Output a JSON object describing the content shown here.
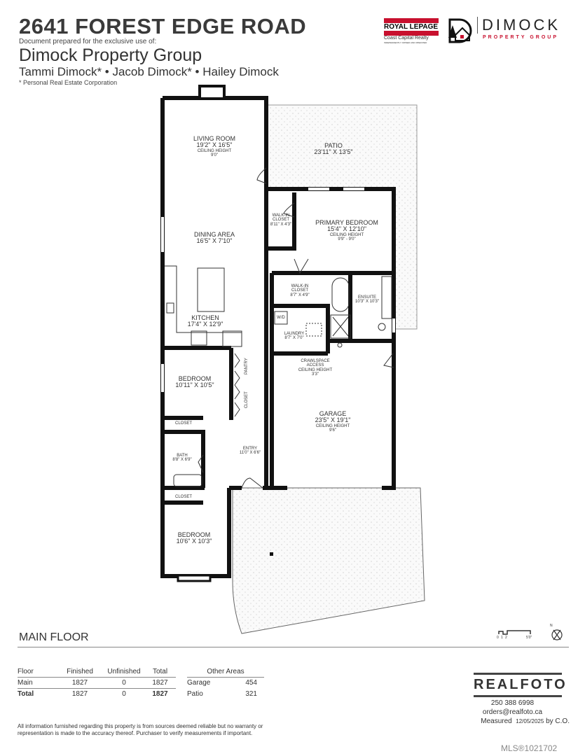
{
  "header": {
    "title": "2641 FOREST EDGE ROAD",
    "prepared_for": "Document prepared for the exclusive use of:",
    "group": "Dimock Property Group",
    "agents": "Tammi Dimock* • Jacob Dimock* • Hailey Dimock",
    "note": "* Personal Real Estate Corporation"
  },
  "logos": {
    "royal_lepage": {
      "name": "ROYAL LEPAGE",
      "sub": "Coast Capital Realty",
      "tag": "INDEPENDENTLY OWNED AND OPERATED",
      "color": "#c8102e"
    },
    "dimock": {
      "name": "DIMOCK",
      "sub": "PROPERTY GROUP",
      "accent": "#c8102e"
    }
  },
  "rooms": {
    "living": {
      "name": "LIVING ROOM",
      "dims": "19'2\" X 16'5\"",
      "ceiling_label": "CEILING HEIGHT",
      "ceiling": "9'0\""
    },
    "patio": {
      "name": "PATIO",
      "dims": "23'11\" X 13'5\""
    },
    "walkin1": {
      "name": "WALK-IN",
      "name2": "CLOSET",
      "dims": "8'11\" X 4'3\""
    },
    "primary": {
      "name": "PRIMARY BEDROOM",
      "dims": "15'4\" X 12'10\"",
      "ceiling_label": "CEILING HEIGHT",
      "ceiling": "9'9\" - 9'0\""
    },
    "dining": {
      "name": "DINING AREA",
      "dims": "16'5\" X 7'10\""
    },
    "walkin2": {
      "name": "WALK-IN",
      "name2": "CLOSET",
      "dims": "8'7\" X 4'9\""
    },
    "ensuite": {
      "name": "ENSUITE",
      "dims": "10'3\" X 10'3\""
    },
    "wd": {
      "name": "W/D"
    },
    "kitchen": {
      "name": "KITCHEN",
      "dims": "17'4\" X 12'9\""
    },
    "laundry": {
      "name": "LAUNDRY",
      "dims": "8'7\" X 7'0\""
    },
    "crawl": {
      "name": "CRAWLSPACE",
      "name2": "ACCESS",
      "ceiling_label": "CEILING HEIGHT",
      "ceiling": "3'3\""
    },
    "bedroom1": {
      "name": "BEDROOM",
      "dims": "10'11\" X 10'5\""
    },
    "pantry": {
      "name": "PANTRY"
    },
    "closet_hall": {
      "name": "CLOSET"
    },
    "garage": {
      "name": "GARAGE",
      "dims": "23'5\" X 19'1\"",
      "ceiling_label": "CEILING HEIGHT",
      "ceiling": "9'6\""
    },
    "closet1": {
      "name": "CLOSET"
    },
    "bath": {
      "name": "BATH",
      "dims": "8'8\" X 6'9\""
    },
    "entry": {
      "name": "ENTRY",
      "dims": "11'0\" X 6'6\""
    },
    "closet2": {
      "name": "CLOSET"
    },
    "bedroom2": {
      "name": "BEDROOM",
      "dims": "10'6\" X 10'3\""
    }
  },
  "floor_label": "MAIN FLOOR",
  "scale": {
    "labels": [
      "0",
      "1",
      "2",
      "5'0\""
    ],
    "north": "N"
  },
  "areas_table": {
    "headers": [
      "Floor",
      "Finished",
      "Unfinished",
      "Total"
    ],
    "rows": [
      {
        "floor": "Main",
        "finished": "1827",
        "unfinished": "0",
        "total": "1827"
      },
      {
        "floor": "Total",
        "finished": "1827",
        "unfinished": "0",
        "total": "1827"
      }
    ],
    "other_header": "Other Areas",
    "other": [
      {
        "name": "Garage",
        "value": "454"
      },
      {
        "name": "Patio",
        "value": "321"
      }
    ]
  },
  "disclaimer": "All information furnished regarding this property is from sources deemed reliable but no warranty or representation is made to the accuracy thereof. Purchaser to verify measurements if important.",
  "realfoto": {
    "name": "REALFOTO",
    "phone": "250 388 6998",
    "email": "orders@realfoto.ca",
    "measured_label": "Measured",
    "measured_date": "12/05/2025",
    "measured_by": "by C.O."
  },
  "mls": "MLS®1021702"
}
